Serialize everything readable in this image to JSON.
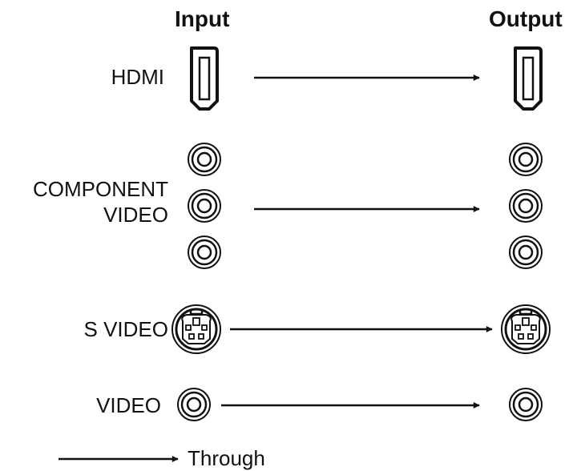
{
  "headers": {
    "input": "Input",
    "output": "Output"
  },
  "rows": {
    "hdmi": "HDMI",
    "component_line1": "COMPONENT",
    "component_line2": "VIDEO",
    "svideo": "S VIDEO",
    "video": "VIDEO"
  },
  "legend": {
    "label": "Through"
  },
  "colors": {
    "ink": "#111111",
    "background": "#ffffff"
  }
}
